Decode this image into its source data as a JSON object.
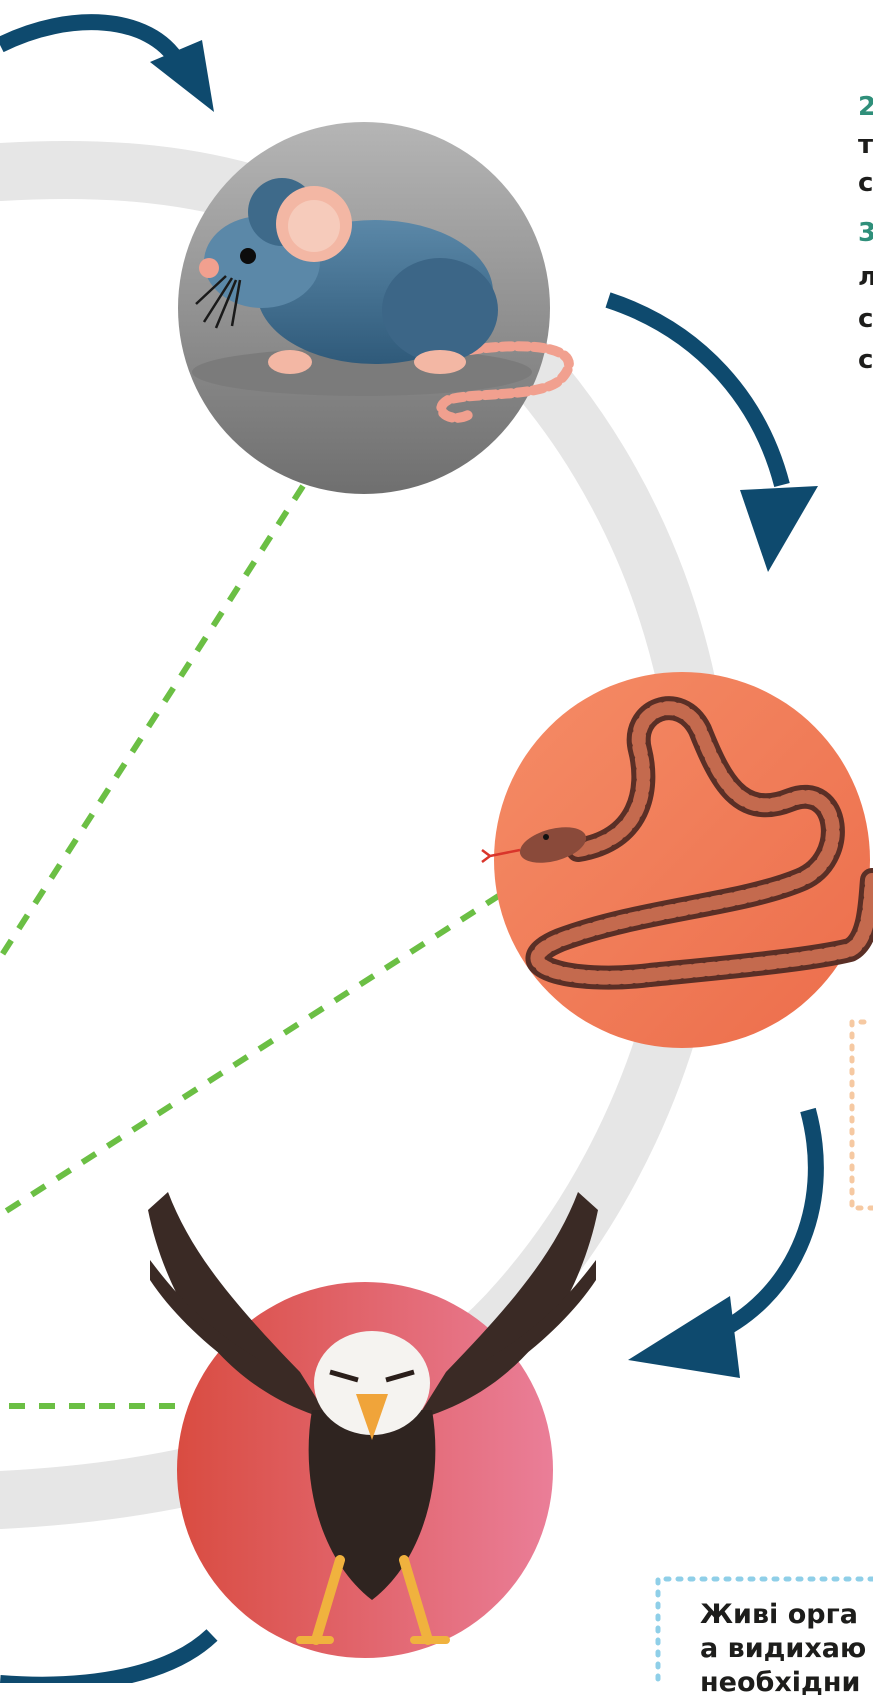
{
  "colors": {
    "arrow": "#0e4a6e",
    "dashed_link": "#6bbf44",
    "cycle_ring": "#e6e6e6",
    "info_box_border": "#8fcfe8",
    "snake_box_border": "#f6c9a2",
    "mouse_circle": "#8f8f8f",
    "snake_circle": "#f07d58",
    "eagle_circle": "#e46470"
  },
  "nodes": [
    {
      "name": "mouse",
      "icon": "mouse-icon"
    },
    {
      "name": "snake",
      "icon": "snake-icon"
    },
    {
      "name": "eagle",
      "icon": "eagle-icon"
    }
  ],
  "side_text": {
    "line1": "2",
    "line2": "т",
    "line3": "с",
    "line4": "3",
    "line5": "л",
    "line6": "с",
    "line7": "с"
  },
  "caption": {
    "line1": "Живі орга",
    "line2": "а видихаю",
    "line3": "необхідни"
  }
}
